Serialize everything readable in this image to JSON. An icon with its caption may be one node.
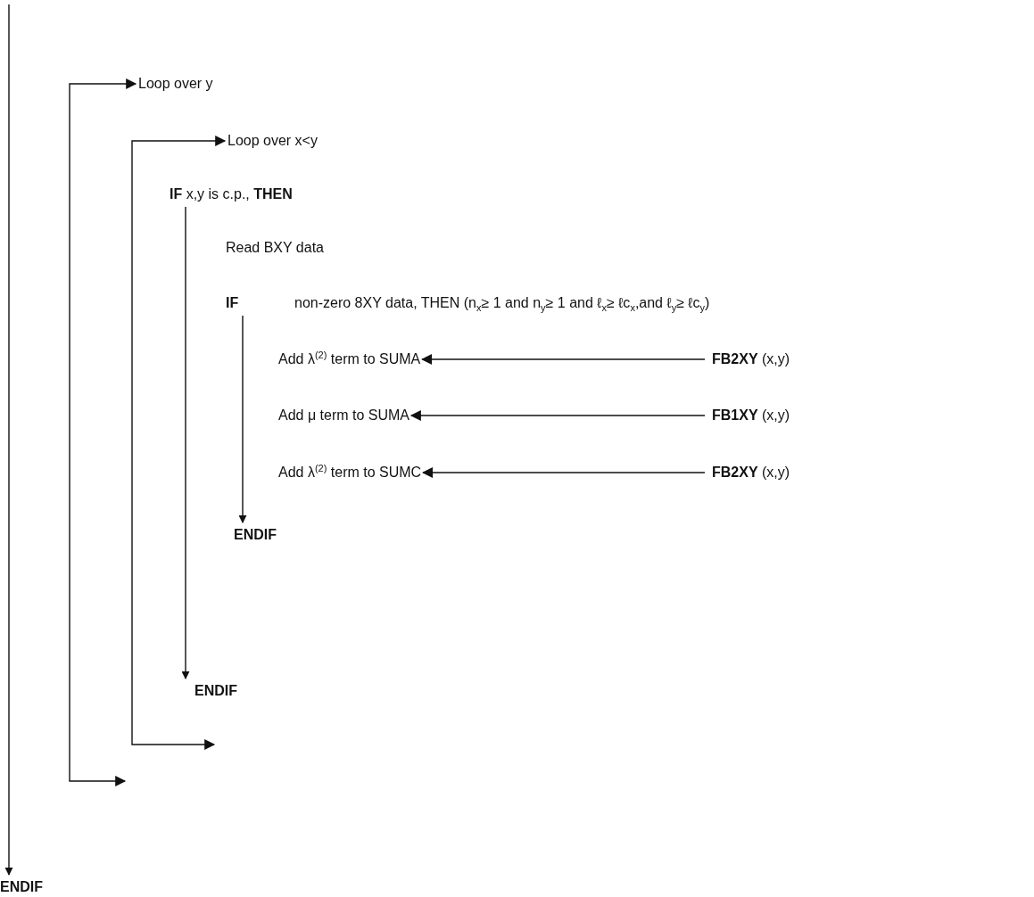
{
  "diagram": {
    "nodes": [
      {
        "text": [
          "Loop over y"
        ]
      },
      {
        "text": [
          "Loop over x<y"
        ]
      },
      {
        "text": [
          "**IF** x,y is c.p., **THEN**"
        ]
      },
      {
        "text": [
          "Read BXY data"
        ]
      },
      {
        "text": [
          "IF",
          "non-zero 8XY data, THEN (n$_{x}$≥ 1 and n$_{y}$≥ 1 and ℓ$_{x}$≥ ℓc$_{x}$,and ℓ$_{y}$≥ ℓc$_{y}$)"
        ]
      },
      {
        "text": [
          "Add λ$^{(2)}$ term to SUMA"
        ]
      },
      {
        "text": [
          "Add μ term to SUMA"
        ]
      },
      {
        "text": [
          "Add λ$^{(2)}$ term to SUMC"
        ]
      },
      {
        "text": [
          "**FB2XY** (x,y)"
        ]
      },
      {
        "text": [
          "**FB1XY** (x,y)"
        ]
      },
      {
        "text": [
          "**FB2XY** (x,y)"
        ]
      },
      {
        "text": [
          "ENDIF"
        ]
      },
      {
        "text": [
          "ENDIF"
        ]
      },
      {
        "text": [
          "ENDIF"
        ]
      }
    ],
    "edges": [
      {
        "from": 8,
        "to": 5,
        "arrow": "to"
      },
      {
        "from": 9,
        "to": 6,
        "arrow": "to"
      },
      {
        "from": 10,
        "to": 7,
        "arrow": "to"
      },
      {
        "from": 4,
        "to": 11,
        "arrow": "to"
      },
      {
        "from": 2,
        "to": 12,
        "arrow": "to"
      },
      {
        "from": null,
        "to": 13,
        "arrow": "to"
      },
      {
        "from": null,
        "to": 0,
        "arrow": "both"
      },
      {
        "from": null,
        "to": 1,
        "arrow": "both"
      }
    ]
  }
}
